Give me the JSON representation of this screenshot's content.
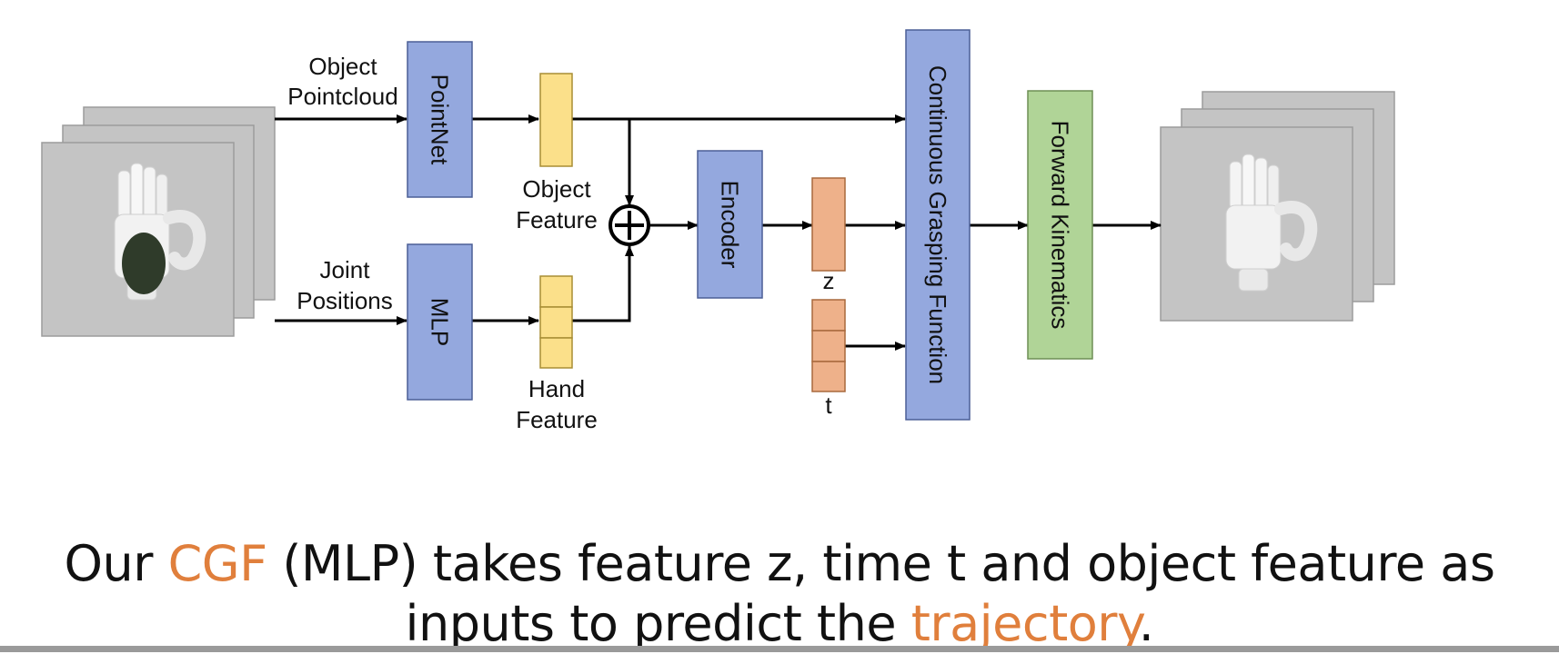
{
  "colors": {
    "blue_block": "#94a8de",
    "blue_block_border": "#4b5f96",
    "yellow_feature": "#fbe08a",
    "yellow_border": "#a88d34",
    "orange_feature": "#eeb18a",
    "orange_border": "#a8693c",
    "green_block": "#b0d497",
    "green_border": "#6e8f55",
    "frame_gray": "#c4c4c4",
    "frame_border": "#9c9c9c",
    "accent": "#e07f3c"
  },
  "diagram": {
    "input_label_top": [
      "Object",
      "Pointcloud"
    ],
    "input_label_bottom": [
      "Joint",
      "Positions"
    ],
    "pointnet_label": "PointNet",
    "mlp_label": "MLP",
    "object_feature_label": [
      "Object",
      "Feature"
    ],
    "hand_feature_label": [
      "Hand",
      "Feature"
    ],
    "encoder_label": "Encoder",
    "z_label": "z",
    "t_label": "t",
    "cgf_label": "Continuous Grasping Function",
    "fk_label": "Forward Kinematics",
    "plus_symbol": "+",
    "input_frames_icon": "robot-hand-image-stack",
    "output_frames_icon": "robot-hand-image-stack"
  },
  "caption": {
    "line1_pre": "Our ",
    "line1_accent": "CGF",
    "line1_post": " (MLP) takes feature z, time t and object feature as",
    "line2_pre": "inputs to predict the ",
    "line2_accent": "trajectory",
    "line2_post": "."
  }
}
